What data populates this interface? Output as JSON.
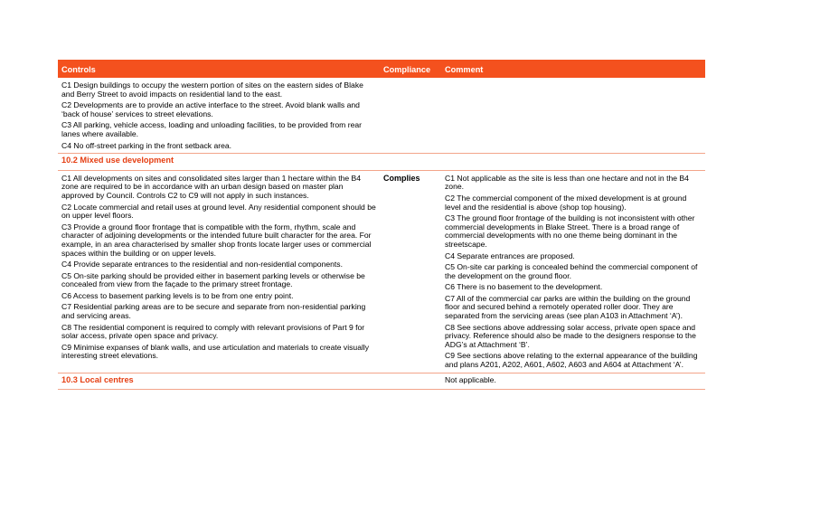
{
  "header": {
    "controls": "Controls",
    "compliance": "Compliance",
    "comment": "Comment"
  },
  "block1": {
    "controls": [
      "C1 Design buildings to occupy the western portion of sites on the eastern sides of Blake and Berry Street to avoid impacts on residential land to the east.",
      "C2 Developments are to provide an active interface to the street.  Avoid blank walls and ‘back of house’ services to street elevations.",
      "C3 All parking, vehicle access, loading and unloading facilities, to be provided from rear lanes where available.",
      "C4 No off-street parking in the front setback area."
    ]
  },
  "section_mixed": {
    "title": "10.2 Mixed use development",
    "compliance": "Complies",
    "controls": [
      "C1 All developments on sites and consolidated sites larger than 1 hectare within the B4 zone are required to be in accordance with an urban design based on master plan approved by Council. Controls C2 to C9 will not apply in such instances.",
      "C2 Locate commercial and retail uses at ground level. Any residential component should be on upper level floors.",
      "C3 Provide a ground floor frontage that is compatible with the form, rhythm, scale and character of adjoining developments or the intended future built character for the area. For example, in an area characterised by smaller shop fronts locate larger uses or commercial spaces within the building or on upper levels.",
      "C4 Provide separate entrances to the residential and non-residential components.",
      "C5 On-site parking should be provided either in basement parking levels or otherwise be concealed from view from the façade to the primary street frontage.",
      "C6 Access to basement parking levels is to be from one entry point.",
      "C7 Residential parking areas are to be secure and separate from non-residential parking and servicing areas.",
      "C8 The residential component is required to comply with relevant provisions of Part 9 for solar access, private open space and privacy.",
      "C9 Minimise expanses of blank walls, and use articulation and materials to create visually interesting street elevations."
    ],
    "comments": [
      "C1 Not applicable as the site is less than one hectare and not in the B4 zone.",
      "C2 The commercial component of the mixed development is at ground level and the residential is above (shop top housing).",
      "C3 The ground floor frontage of the building is not inconsistent with other commercial developments in Blake Street.  There is a broad range of commercial developments with no one theme being dominant in the streetscape.",
      "C4 Separate entrances are proposed.",
      "C5 On-site car parking is concealed behind the commercial component of the development on the ground floor.",
      "C6 There is no basement to the development.",
      "C7 All of the commercial car parks are within the building on the ground floor and secured behind a remotely operated roller door.  They are separated from the servicing areas (see plan A103 in Attachment ‘A’).",
      "C8 See sections above addressing solar access, private open space and privacy.  Reference should also be made to the designers response to the ADG’s at Attachment ‘B’.",
      "C9 See sections above relating to the external appearance of the building and plans A201, A202, A601, A602, A603 and A604 at Attachment ‘A’."
    ]
  },
  "section_local": {
    "title": "10.3 Local centres",
    "comment": "Not applicable."
  }
}
